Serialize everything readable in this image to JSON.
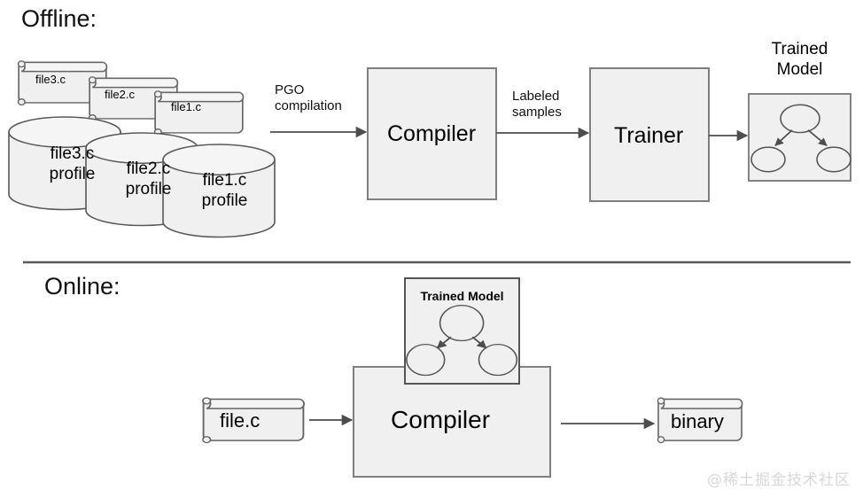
{
  "sections": {
    "offline": {
      "title": "Offline:"
    },
    "online": {
      "title": "Online:"
    }
  },
  "offline": {
    "source_files": [
      {
        "label": "file3.c"
      },
      {
        "label": "file2.c"
      },
      {
        "label": "file1.c"
      }
    ],
    "profiles": [
      {
        "label": "file3.c\nprofile"
      },
      {
        "label": "file2.c\nprofile"
      },
      {
        "label": "file1.c\nprofile"
      }
    ],
    "edges": {
      "pgo": "PGO\ncompilation",
      "labeled": "Labeled\nsamples"
    },
    "compiler": {
      "label": "Compiler"
    },
    "trainer": {
      "label": "Trainer"
    },
    "trained_model": {
      "caption": "Trained\nModel"
    }
  },
  "online": {
    "input_file": {
      "label": "file.c"
    },
    "compiler": {
      "label": "Compiler"
    },
    "trained_model": {
      "caption": "Trained Model"
    },
    "output_file": {
      "label": "binary"
    }
  },
  "watermark": {
    "text": "@稀土掘金技术社区"
  },
  "colors": {
    "shape_fill": "#f0f0f0",
    "shape_stroke": "#666666",
    "dark_stroke": "#4d4d4d",
    "divider": "#595959",
    "background": "#ffffff",
    "text": "#000000",
    "watermark": "#d8d8d8"
  }
}
